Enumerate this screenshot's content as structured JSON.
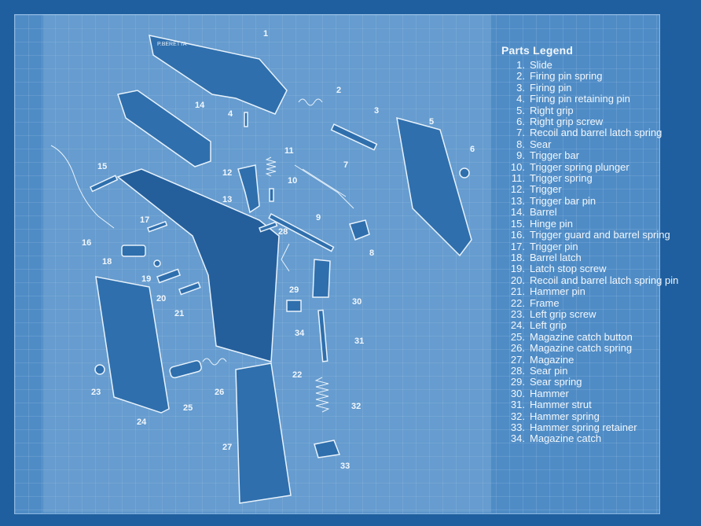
{
  "legend": {
    "title": "Parts Legend",
    "items": [
      {
        "n": "1.",
        "name": "Slide"
      },
      {
        "n": "2.",
        "name": "Firing pin spring"
      },
      {
        "n": "3.",
        "name": "Firing pin"
      },
      {
        "n": "4.",
        "name": "Firing pin retaining pin"
      },
      {
        "n": "5.",
        "name": "Right grip"
      },
      {
        "n": "6.",
        "name": "Right grip screw"
      },
      {
        "n": "7.",
        "name": "Recoil and barrel latch spring"
      },
      {
        "n": "8.",
        "name": "Sear"
      },
      {
        "n": "9.",
        "name": "Trigger bar"
      },
      {
        "n": "10.",
        "name": "Trigger spring plunger"
      },
      {
        "n": "11.",
        "name": "Trigger spring"
      },
      {
        "n": "12.",
        "name": "Trigger"
      },
      {
        "n": "13.",
        "name": "Trigger bar pin"
      },
      {
        "n": "14.",
        "name": "Barrel"
      },
      {
        "n": "15.",
        "name": "Hinge pin"
      },
      {
        "n": "16.",
        "name": "Trigger guard and barrel spring"
      },
      {
        "n": "17.",
        "name": "Trigger pin"
      },
      {
        "n": "18.",
        "name": "Barrel latch"
      },
      {
        "n": "19.",
        "name": "Latch stop screw"
      },
      {
        "n": "20.",
        "name": "Recoil and barrel latch spring pin"
      },
      {
        "n": "21.",
        "name": "Hammer pin"
      },
      {
        "n": "22.",
        "name": "Frame"
      },
      {
        "n": "23.",
        "name": "Left grip screw"
      },
      {
        "n": "24.",
        "name": "Left grip"
      },
      {
        "n": "25.",
        "name": "Magazine catch button"
      },
      {
        "n": "26.",
        "name": "Magazine catch spring"
      },
      {
        "n": "27.",
        "name": "Magazine"
      },
      {
        "n": "28.",
        "name": "Sear pin"
      },
      {
        "n": "29.",
        "name": "Sear spring"
      },
      {
        "n": "30.",
        "name": "Hammer"
      },
      {
        "n": "31.",
        "name": "Hammer strut"
      },
      {
        "n": "32.",
        "name": "Hammer spring"
      },
      {
        "n": "33.",
        "name": "Hammer spring retainer"
      },
      {
        "n": "34.",
        "name": "Magazine catch"
      }
    ]
  },
  "callouts": [
    "1",
    "2",
    "3",
    "4",
    "5",
    "6",
    "7",
    "8",
    "9",
    "10",
    "11",
    "12",
    "13",
    "14",
    "15",
    "16",
    "17",
    "18",
    "19",
    "20",
    "21",
    "22",
    "23",
    "24",
    "25",
    "26",
    "27",
    "28",
    "29",
    "30",
    "31",
    "32",
    "33",
    "34"
  ],
  "slide_marking": "P.BERETTA"
}
